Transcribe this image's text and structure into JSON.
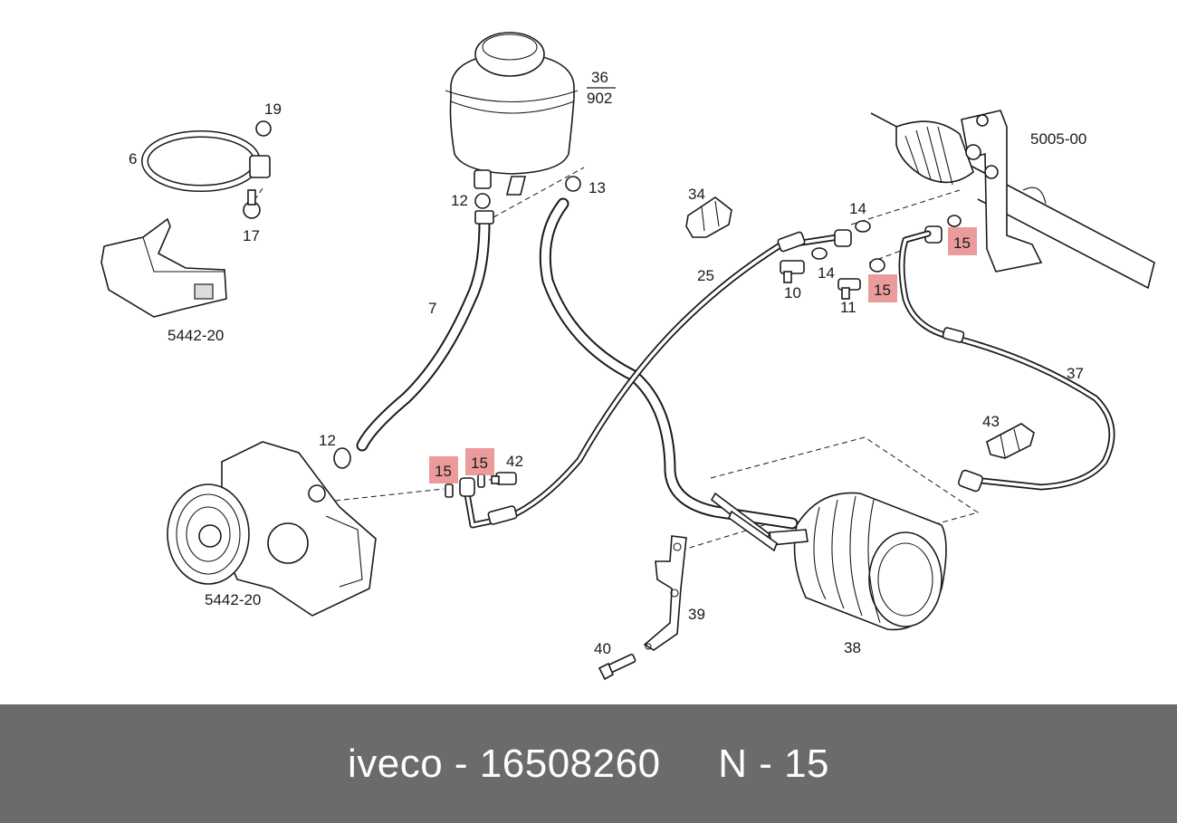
{
  "diagram": {
    "labels": {
      "l36": "36",
      "l902": "902",
      "l19": "19",
      "l6": "6",
      "l17": "17",
      "l5442a": "5442-20",
      "l12a": "12",
      "l13": "13",
      "l34": "34",
      "l5005": "5005-00",
      "l14a": "14",
      "l14b": "14",
      "l25": "25",
      "l10": "10",
      "l11": "11",
      "l7": "7",
      "l37": "37",
      "l43": "43",
      "l12b": "12",
      "l42": "42",
      "l5442b": "5442-20",
      "l39": "39",
      "l38": "38",
      "l40": "40"
    },
    "highlighted": [
      "15",
      "15",
      "15",
      "15"
    ],
    "highlight_color": "#e88a8a"
  },
  "footer": {
    "text": "iveco - 16508260     N - 15",
    "background": "#6b6b6b"
  }
}
